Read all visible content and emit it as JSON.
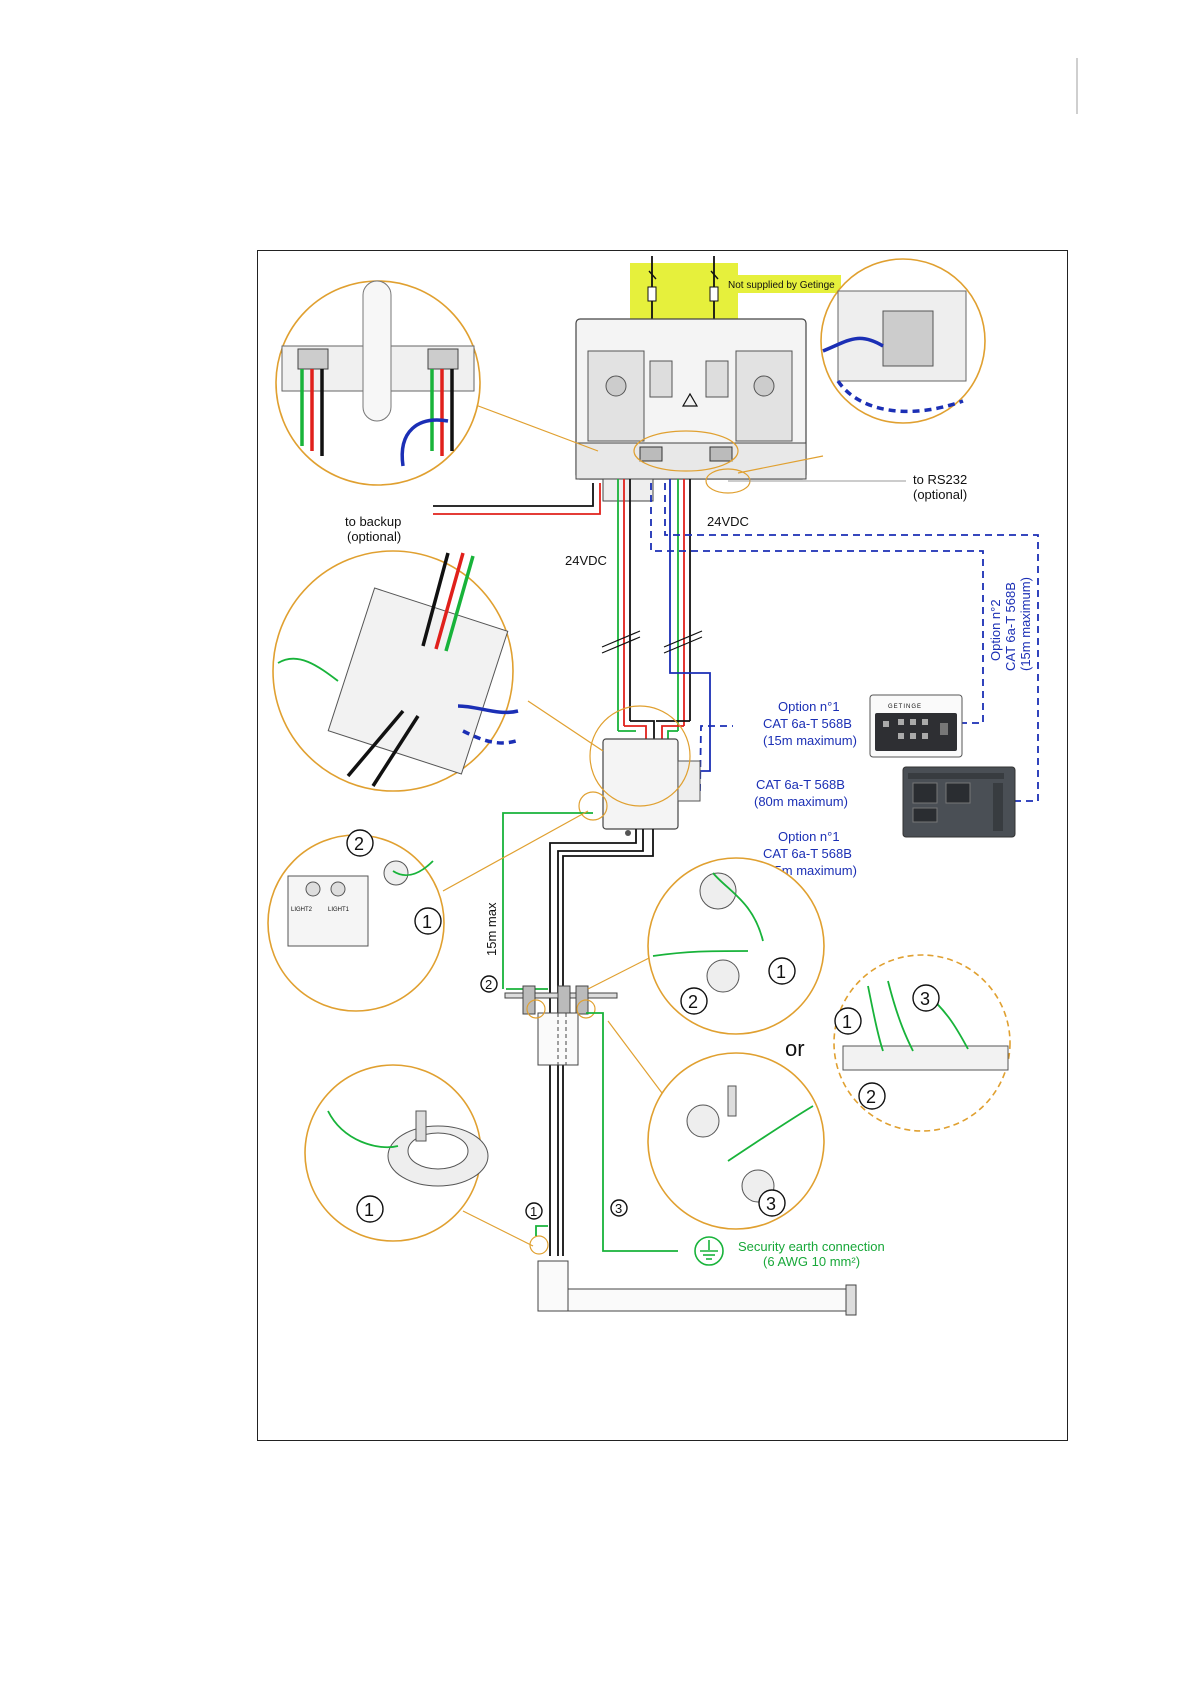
{
  "labels": {
    "not_supplied": "Not supplied by Getinge",
    "to_rs232_1": "to RS232",
    "to_rs232_2": "(optional)",
    "to_backup_1": "to backup",
    "to_backup_2": "(optional)",
    "v24_right": "24VDC",
    "v24_left": "24VDC",
    "option2_1": "Option n°2",
    "option2_2": "CAT 6a-T 568B",
    "option2_3": "(15m maximum)",
    "option1a_1": "Option n°1",
    "option1a_2": "CAT 6a-T 568B",
    "option1a_3": "(15m maximum)",
    "cat80_1": "CAT 6a-T 568B",
    "cat80_2": "(80m maximum)",
    "option1b_1": "Option n°1",
    "option1b_2": "CAT 6a-T 568B",
    "option1b_3": "(15m maximum)",
    "max15": "15m max",
    "or": "or",
    "earth_1": "Security earth connection",
    "earth_2": "(6 AWG 10 mm²)",
    "brand": "GETINGE",
    "light1": "LIGHT2",
    "light2": "LIGHT1"
  },
  "numbers": {
    "n1": "1",
    "n2": "2",
    "n3": "3"
  },
  "colors": {
    "zoom_outline": "#e0a030",
    "wire_blue": "#1b2fb5",
    "wire_red": "#e0201b",
    "wire_green": "#18b33a",
    "wire_black": "#111111",
    "highlight": "#e6f03c"
  }
}
